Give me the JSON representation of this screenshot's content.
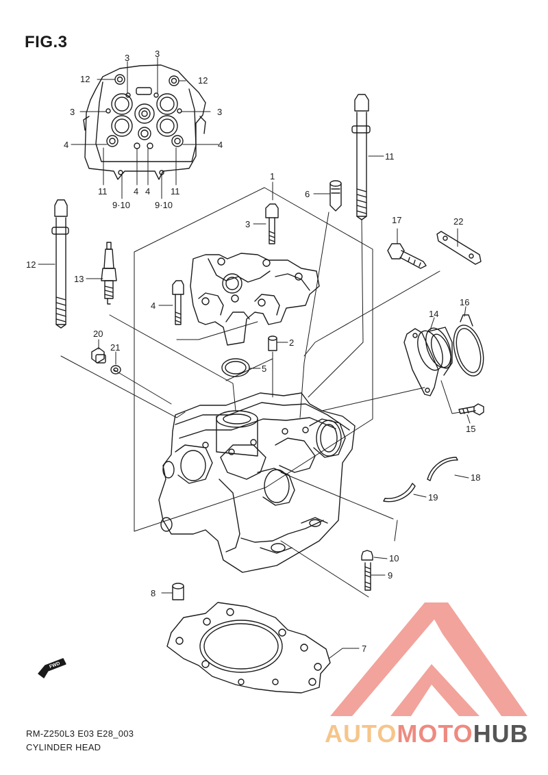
{
  "figure": {
    "title": "FIG.3"
  },
  "diagram_id": "RM-Z250L3 E03 E28_003",
  "caption": "CYLINDER HEAD",
  "fwd_label": "FWD",
  "watermark": {
    "part1": "AUTO",
    "part2": "MOTO",
    "part3": "HUB",
    "colors": {
      "auto": "#f6c58a",
      "moto": "#ee8a80",
      "hub": "#555555",
      "triangle": "#f2a39b"
    }
  },
  "callouts": {
    "c1": "1",
    "c2": "2",
    "c3": "3",
    "c4": "4",
    "c5": "5",
    "c6": "6",
    "c7": "7",
    "c8": "8",
    "c9": "9",
    "c10": "10",
    "c11": "11",
    "c12": "12",
    "c13": "13",
    "c14": "14",
    "c15": "15",
    "c16": "16",
    "c17": "17",
    "c18": "18",
    "c19": "19",
    "c20": "20",
    "c21": "21",
    "c22": "22",
    "top_view": {
      "t3a": "3",
      "t3b": "3",
      "t3c": "3",
      "t3d": "3",
      "t12a": "12",
      "t12b": "12",
      "t4a": "4",
      "t4b": "4",
      "t4c": "4",
      "t4d": "4",
      "t11a": "11",
      "t11b": "11",
      "t910a": "9·10",
      "t910b": "9·10"
    }
  }
}
